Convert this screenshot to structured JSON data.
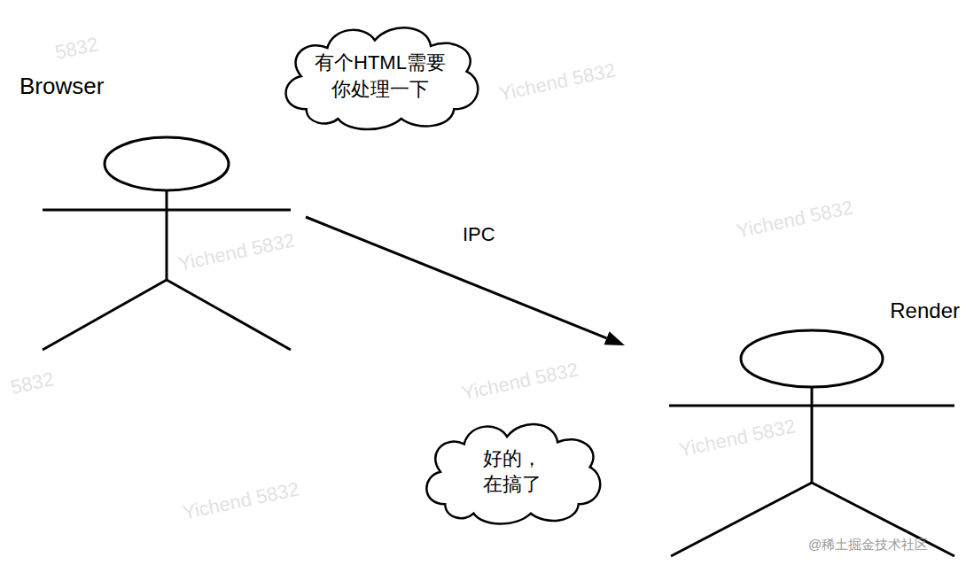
{
  "diagram": {
    "nodes": [
      {
        "text": [
          "Browser"
        ]
      },
      {
        "text": [
          "有个HTML需要 你处理一下"
        ]
      },
      {
        "text": [
          "Render"
        ]
      },
      {
        "text": [
          "好的，在搞了"
        ]
      }
    ],
    "edges": [
      {
        "from": 0,
        "to": 2,
        "arrow": "to",
        "label": "IPC"
      }
    ],
    "labels": [
      "5832",
      "Yichend 5832",
      "Yichend 5832",
      "Yichend 5832",
      "Yichend 5832",
      "Yichend 5832",
      "Yichend 5832",
      "5832",
      "@稀土掘金技术社区"
    ]
  }
}
